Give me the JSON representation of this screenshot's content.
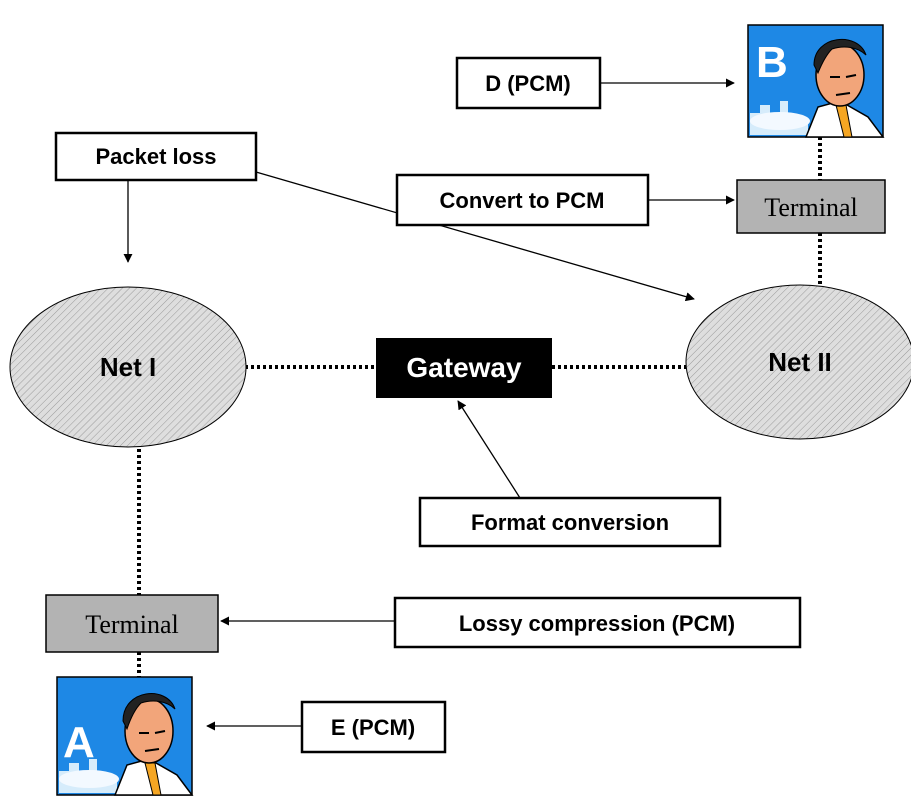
{
  "nodes": {
    "net1": "Net I",
    "net2": "Net II",
    "gateway": "Gateway",
    "terminal_top": "Terminal",
    "terminal_bottom": "Terminal",
    "person_a": "A",
    "person_b": "B"
  },
  "callouts": {
    "d_pcm": "D (PCM)",
    "packet_loss": "Packet loss",
    "convert_pcm": "Convert to PCM",
    "format_conversion": "Format conversion",
    "lossy_compression": "Lossy compression (PCM)",
    "e_pcm": "E (PCM)"
  },
  "colors": {
    "terminal_fill": "#b3b3b3",
    "gateway_fill": "#000000",
    "net_fill": "#d9d9d9",
    "avatar_bg": "#1e88e5",
    "skin": "#f2a57a",
    "tie": "#f5a623"
  }
}
